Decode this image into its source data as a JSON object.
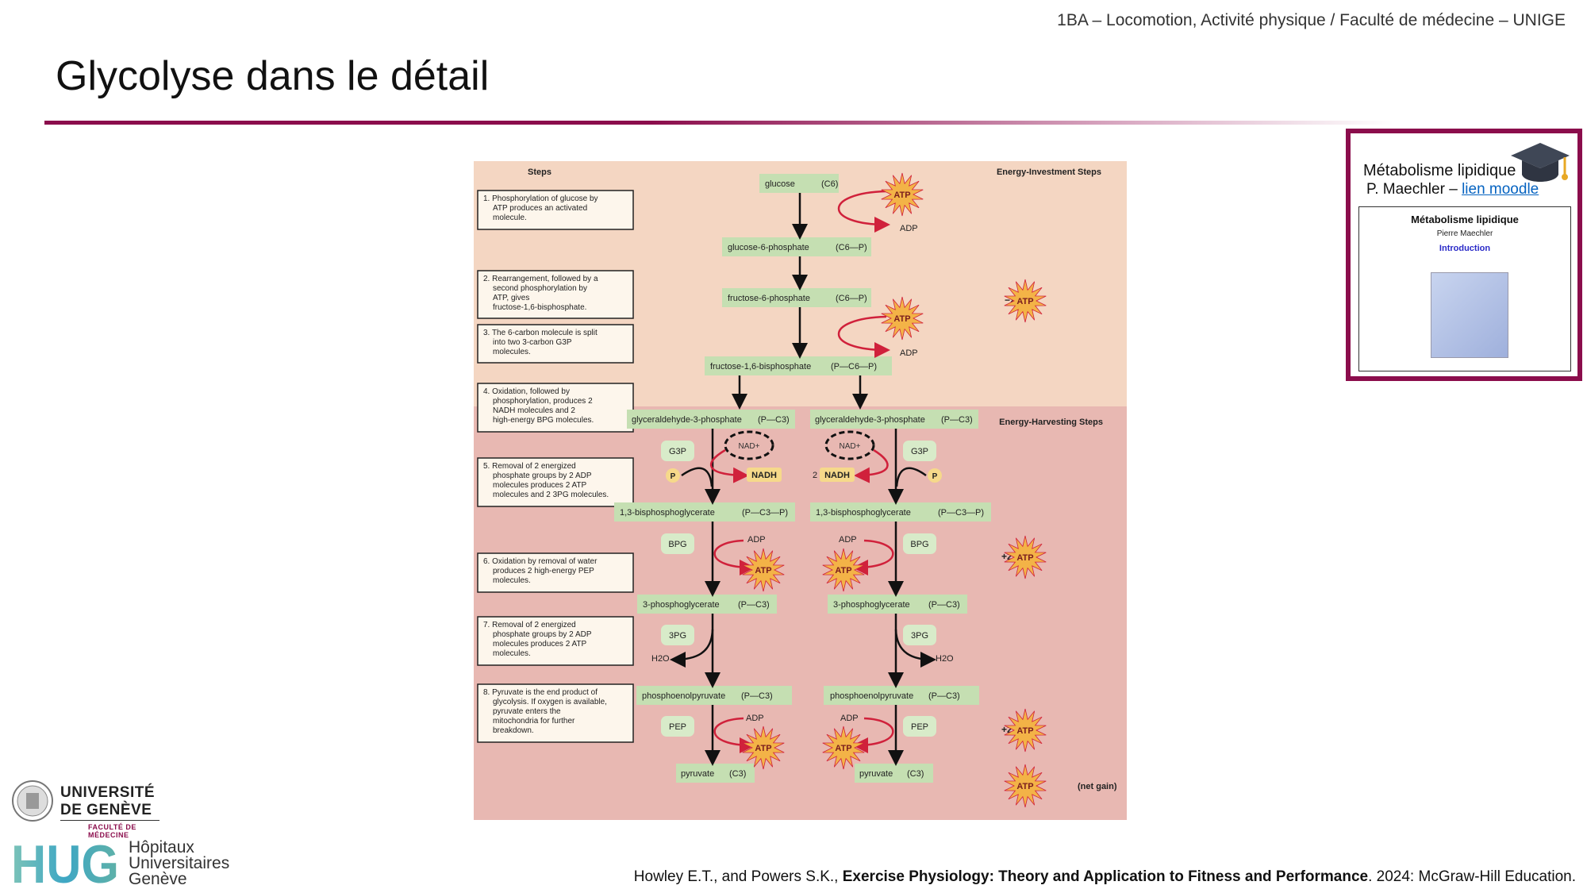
{
  "header": {
    "course": "1BA – Locomotion, Activité physique / Faculté de médecine – UNIGE",
    "title": "Glycolyse dans le détail"
  },
  "diagram": {
    "steps_header": "Steps",
    "investment_header": "Energy-Investment Steps",
    "harvest_header": "Energy-Harvesting Steps",
    "steps": [
      [
        "1. Phosphorylation of glucose by",
        "ATP produces an activated",
        "molecule."
      ],
      [
        "2. Rearrangement, followed by a",
        "second phosphorylation by",
        "ATP,  gives",
        "fructose-1,6-bisphosphate."
      ],
      [
        "3. The 6-carbon molecule is split",
        "into two 3-carbon G3P",
        "molecules."
      ],
      [
        "4. Oxidation, followed by",
        "phosphorylation, produces 2",
        "NADH molecules and 2",
        "high-energy BPG molecules."
      ],
      [
        "5. Removal of 2 energized",
        "phosphate groups by 2 ADP",
        "molecules produces 2 ATP",
        "molecules and 2 3PG molecules."
      ],
      [
        "6. Oxidation by removal of water",
        "produces 2 high-energy PEP",
        "molecules."
      ],
      [
        "7. Removal of 2 energized",
        "phosphate groups by 2 ADP",
        "molecules produces 2 ATP",
        "molecules."
      ],
      [
        "8. Pyruvate is the end product of",
        "glycolysis. If oxygen is available,",
        "pyruvate enters the",
        "mitochondria for further",
        "breakdown."
      ]
    ],
    "compounds": {
      "glucose": "glucose",
      "glucose_formula": "(C6)",
      "g6p": "glucose-6-phosphate",
      "g6p_formula": "(C6—P)",
      "f6p": "fructose-6-phosphate",
      "f6p_formula": "(C6—P)",
      "fbp": "fructose-1,6-bisphosphate",
      "fbp_formula": "(P—C6—P)",
      "gap": "glyceraldehyde-3-phosphate",
      "gap_formula": "(P—C3)",
      "bpg": "1,3-bisphosphoglycerate",
      "bpg_formula": "(P—C3—P)",
      "pg3": "3-phosphoglycerate",
      "pg3_formula": "(P—C3)",
      "pep": "phosphoenolpyruvate",
      "pep_formula": "(P—C3)",
      "pyruvate": "pyruvate",
      "pyruvate_formula": "(C3)"
    },
    "tags": {
      "g3p": "G3P",
      "bpg": "BPG",
      "pg3": "3PG",
      "pep": "PEP"
    },
    "molecules": {
      "atp": "ATP",
      "adp": "ADP",
      "nad": "NAD+",
      "nadh": "NADH",
      "p": "P",
      "h2o": "H2O",
      "two": "2"
    },
    "balance": {
      "minus2": "−2",
      "plus2": "+2",
      "two": "2",
      "net_gain": "(net gain)"
    },
    "colors": {
      "investment_bg": "#f4d6c2",
      "harvest_bg": "#e8b8b2",
      "compound_bg": "#c5dfb2",
      "tag_bg": "#d8ebc9",
      "atp_star": "#f3b347",
      "arrow_red": "#d0213b"
    }
  },
  "moodle": {
    "title": "Métabolisme lipidique",
    "author": "P. Maechler – ",
    "link_text": "lien moodle",
    "thumb_title": "Métabolisme lipidique",
    "thumb_author": "Pierre Maechler",
    "thumb_intro": "Introduction"
  },
  "logos": {
    "unige1": "UNIVERSITÉ",
    "unige2": "DE GENÈVE",
    "faculty": "FACULTÉ DE MÉDECINE",
    "hug_letters": "HUG",
    "hug1": "Hôpitaux",
    "hug2": "Universitaires",
    "hug3": "Genève"
  },
  "citation": {
    "authors": "Howley E.T., and Powers S.K., ",
    "book": "Exercise Physiology: Theory and Application to Fitness and Performance",
    "rest": ". 2024: McGraw-Hill Education."
  }
}
